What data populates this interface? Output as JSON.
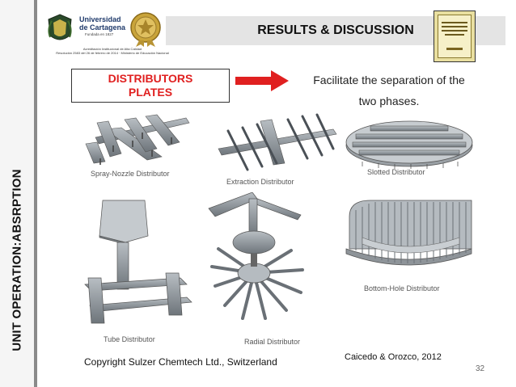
{
  "sidebar": {
    "vertical_title": "UNIT OPERATION:ABSRPTION"
  },
  "header": {
    "title": "RESULTS & DISCUSSION",
    "university_name_line1": "Universidad",
    "university_name_line2": "de Cartagena",
    "university_founded": "Fundada en 1827",
    "accreditation_line1": "Acreditación Institucional de Alta Calidad",
    "accreditation_line2": "Resolución 2583 del 26 de febrero de 2014 · Ministerio de Educación Nacional"
  },
  "callout": {
    "label_line1": "DISTRIBUTORS",
    "label_line2": "PLATES",
    "description_line1": "Facilitate the separation of the",
    "description_line2": "two phases."
  },
  "figures": [
    {
      "caption": "Spray-Nozzle Distributor"
    },
    {
      "caption": "Extraction Distributor"
    },
    {
      "caption": "Slotted Distributor"
    },
    {
      "caption": "Tube Distributor"
    },
    {
      "caption": "Radial Distributor"
    },
    {
      "caption": "Bottom-Hole Distributor"
    }
  ],
  "footer": {
    "copyright": "Copyright Sulzer Chemtech Ltd., Switzerland",
    "citation": "Caicedo & Orozco, 2012",
    "page_number": "32"
  },
  "colors": {
    "accent_red": "#e02020",
    "header_bar": "#e4e4e4",
    "steel": "#8e9499"
  }
}
